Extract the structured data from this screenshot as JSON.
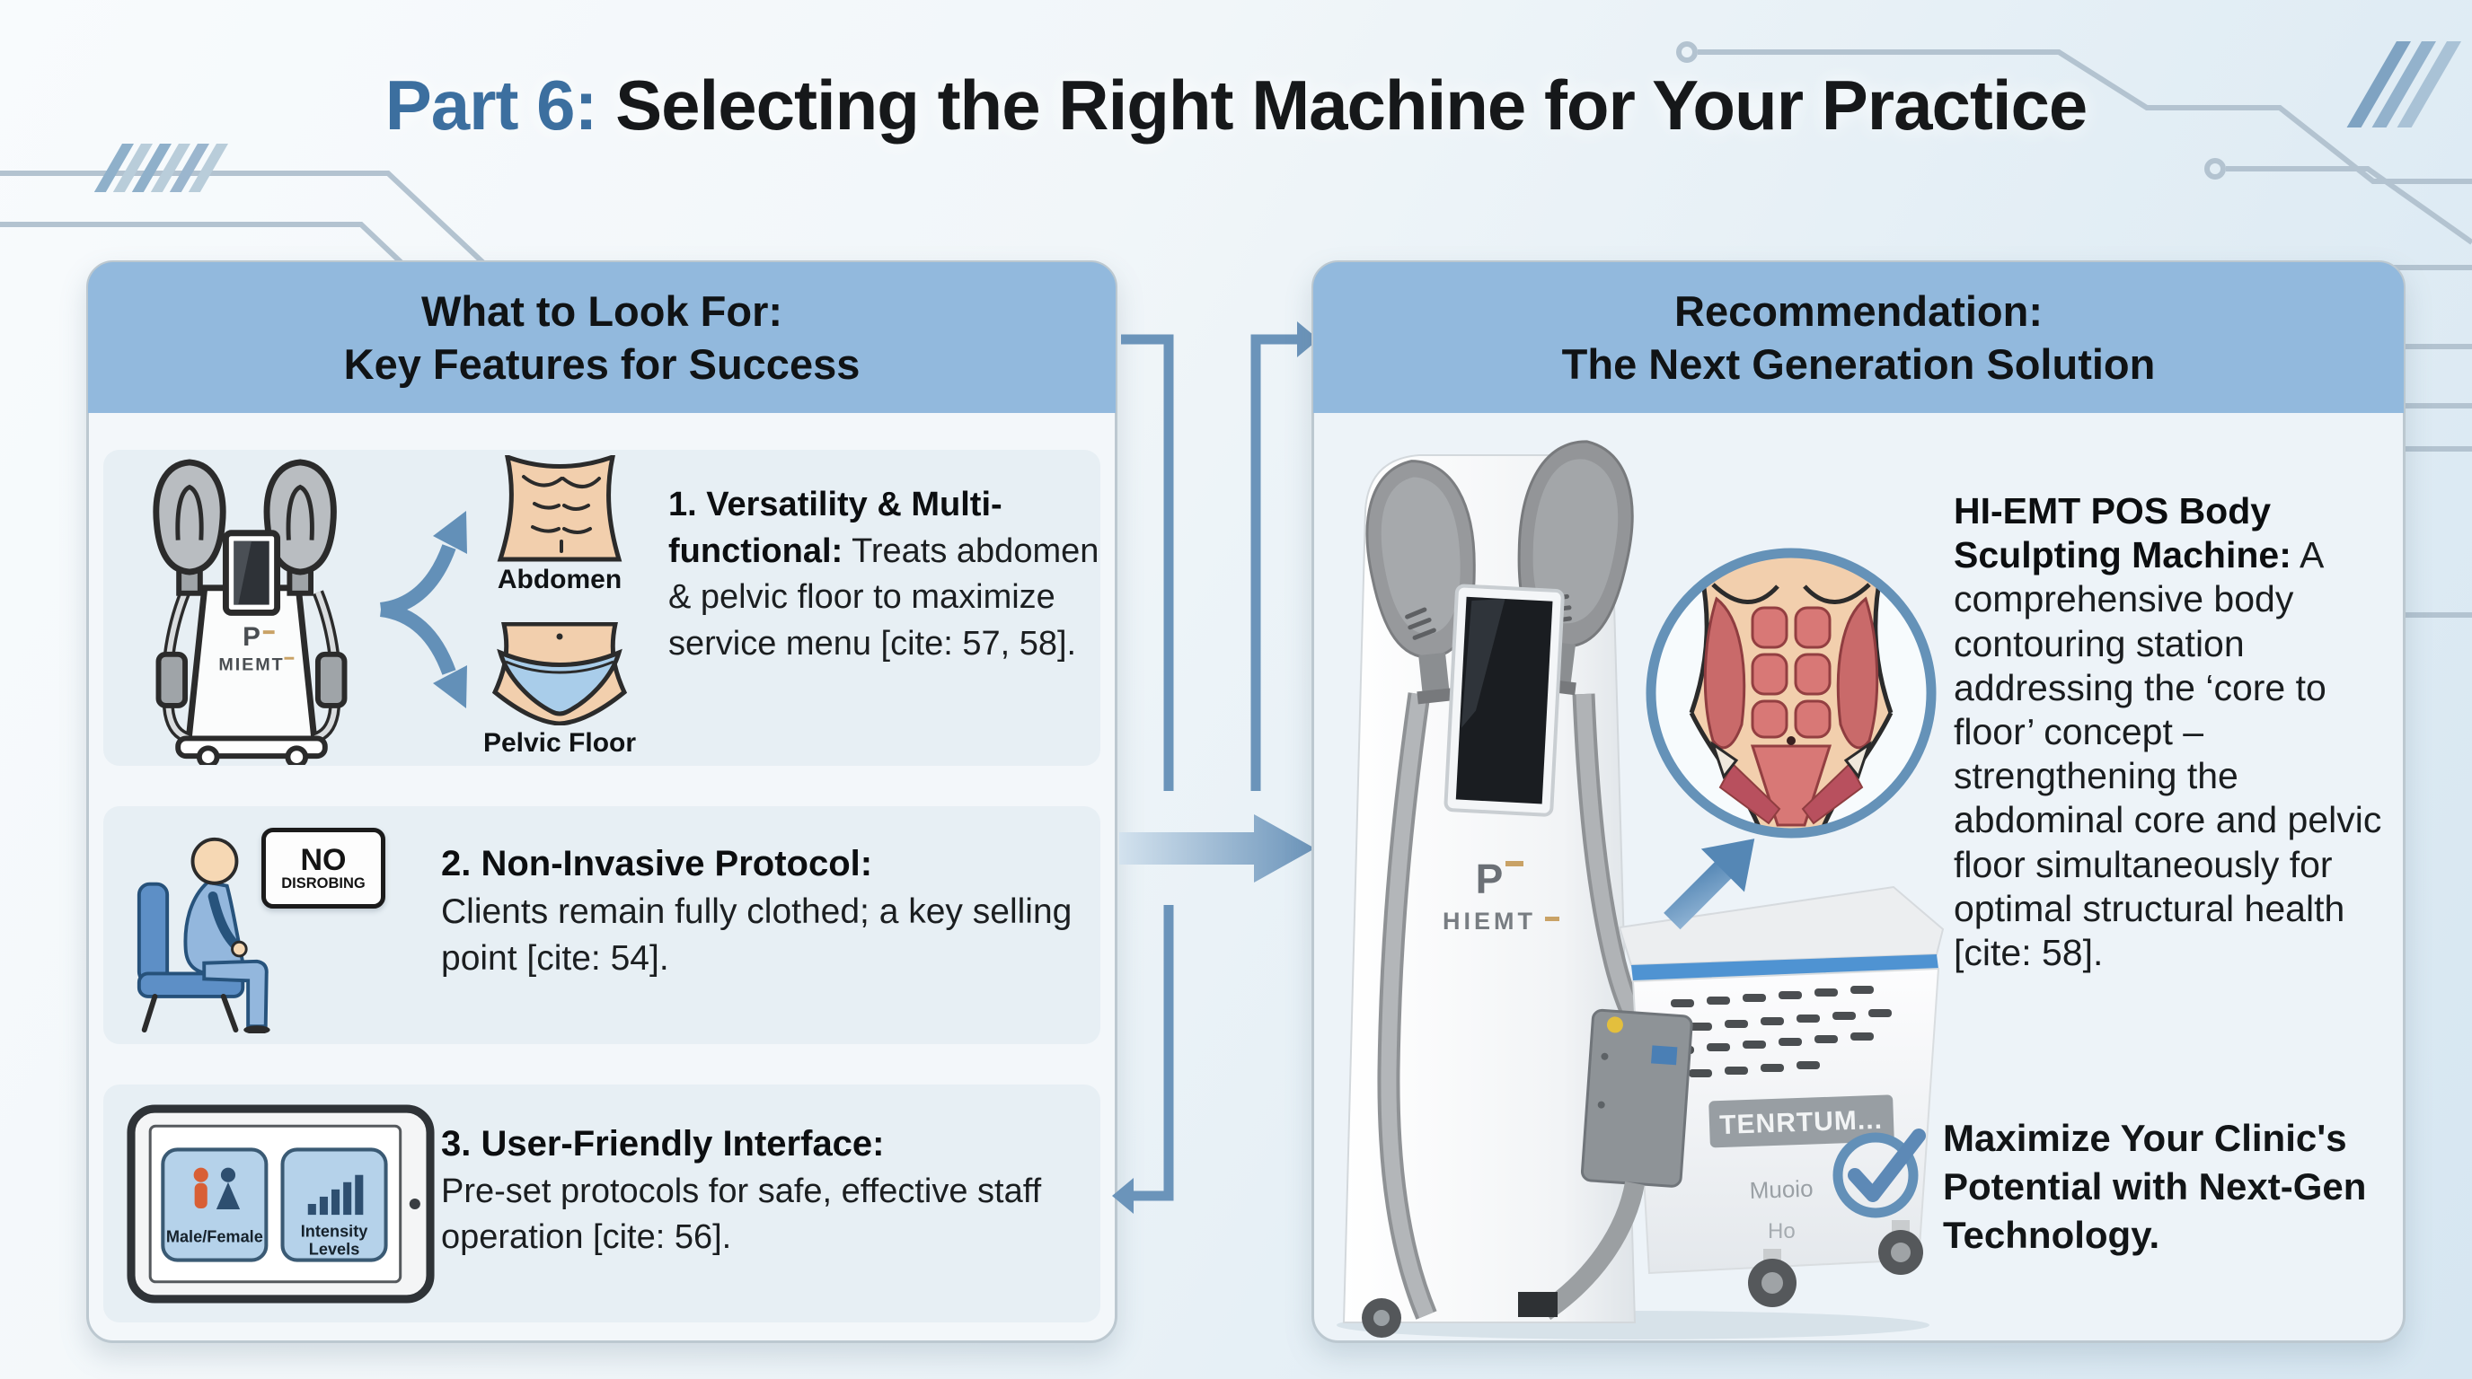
{
  "title": {
    "part": "Part 6:",
    "rest": " Selecting the Right Machine for Your Practice"
  },
  "left_panel": {
    "header_line1": "What to Look For:",
    "header_line2": "Key Features for Success",
    "feature1": {
      "heading": "1. Versatility & Multi-functional:",
      "body": " Treats ab­domen & pelvic floor to maximize service menu [cite: 57, 58].",
      "machine_logo_letter": "P",
      "machine_logo_brand": "MIEMT",
      "label_abdomen": "Abdomen",
      "label_pelvic_floor": "Pelvic Floor"
    },
    "feature2": {
      "heading": "2. Non-Invasive Protocol:",
      "body": "Clients remain fully clothed; a key selling point [cite: 54].",
      "sign_line1": "NO",
      "sign_line2": "DISROBING"
    },
    "feature3": {
      "heading": "3. User-Friendly Interface:",
      "body": "Pre-set protocols for safe, effective staff operation [cite: 56].",
      "tablet_button1": "Male/Female",
      "tablet_button2_line1": "Intensity",
      "tablet_button2_line2": "Levels"
    }
  },
  "right_panel": {
    "header_line1": "Recommendation:",
    "header_line2": "The Next Generation Solution",
    "paragraph_bold": "HI-EMT POS Body Sculpting Machine:",
    "paragraph_rest": " A comprehensive body contouring station addressing the ‘core to floor’ concept – strengthening the abdominal core and pelvic floor simultaneously for optimal structural health [cite: 58].",
    "machine_logo_letter": "P",
    "machine_logo_brand": "HIEMT",
    "cart_label": "TENRTUM...",
    "cart_stencil1": "Muoio",
    "cart_stencil2": "Ho",
    "footer_text": "Maximize Your Clinic's Potential with Next-Gen Technology."
  },
  "icons": {
    "left_machine": "body-sculpt-machine-icon",
    "curved_arrows": "dual-curved-arrow-icon",
    "abdomen": "abdomen-icon",
    "pelvic_floor": "pelvic-floor-icon",
    "seated_person": "seated-person-icon",
    "no_disrobing": "no-disrobing-sign",
    "tablet": "tablet-interface-icon",
    "flow_connector": "flow-connector-arrows-icon",
    "machine_photo": "hiemt-machine-illustration",
    "anatomy_inset": "core-anatomy-inset-icon",
    "up_arrow": "up-right-arrow-icon",
    "checkmark": "check-circle-icon",
    "circuit": "circuit-line-decoration"
  },
  "colors": {
    "part6_blue": "#3c6f9f",
    "header_blue": "#92b9dd",
    "row_bg": "#e7eff4",
    "steel_blue": "#6b94ba",
    "panel_bg": "#f3f7fa",
    "accent_gold": "#c9a266",
    "muscle_red": "#d87876",
    "underwear_blue": "#a9cdea"
  }
}
